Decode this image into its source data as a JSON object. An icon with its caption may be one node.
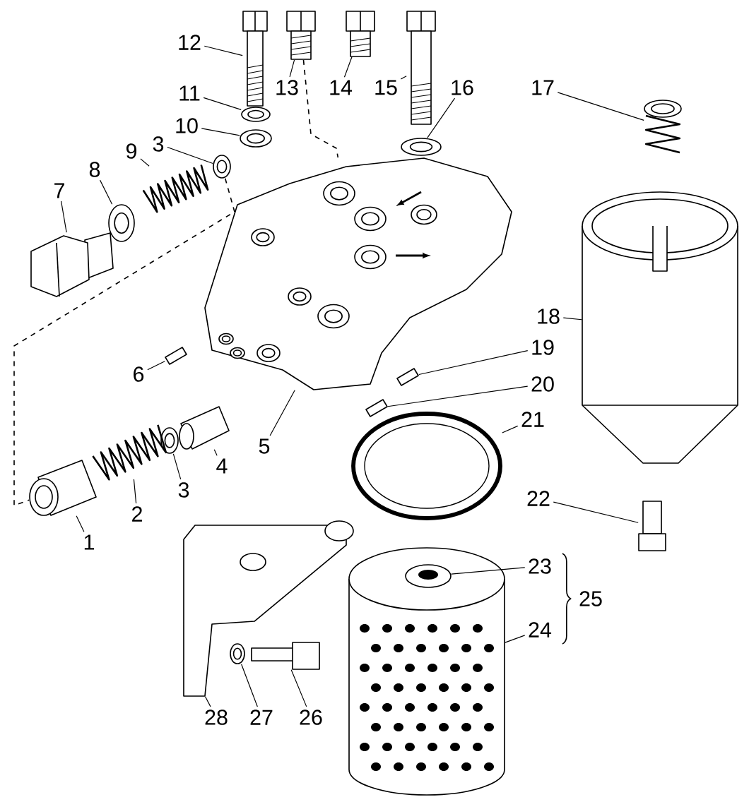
{
  "diagram": {
    "nodes": [
      {
        "text": [
          "12"
        ]
      },
      {
        "text": [
          "13"
        ]
      },
      {
        "text": [
          "14"
        ]
      },
      {
        "text": [
          "15"
        ]
      },
      {
        "text": [
          "16"
        ]
      },
      {
        "text": [
          "17"
        ]
      },
      {
        "text": [
          "11"
        ]
      },
      {
        "text": [
          "10"
        ]
      },
      {
        "text": [
          "3"
        ]
      },
      {
        "text": [
          "9"
        ]
      },
      {
        "text": [
          "8"
        ]
      },
      {
        "text": [
          "7"
        ]
      },
      {
        "text": [
          "18"
        ]
      },
      {
        "text": [
          "19"
        ]
      },
      {
        "text": [
          "6"
        ]
      },
      {
        "text": [
          "20"
        ]
      },
      {
        "text": [
          "21"
        ]
      },
      {
        "text": [
          "5"
        ]
      },
      {
        "text": [
          "4"
        ]
      },
      {
        "text": [
          "3"
        ]
      },
      {
        "text": [
          "2"
        ]
      },
      {
        "text": [
          "1"
        ]
      },
      {
        "text": [
          "22"
        ]
      },
      {
        "text": [
          "23"
        ]
      },
      {
        "text": [
          "24"
        ]
      },
      {
        "text": [
          "28"
        ]
      },
      {
        "text": [
          "27"
        ]
      },
      {
        "text": [
          "26"
        ]
      },
      {
        "text": [],
        "shape": "picture"
      },
      {
        "text": [],
        "shape": "picture"
      },
      {
        "text": [],
        "shape": "picture"
      },
      {
        "text": [],
        "shape": "picture"
      },
      {
        "text": [],
        "shape": "picture"
      },
      {
        "text": [],
        "shape": "picture"
      },
      {
        "text": [],
        "shape": "picture"
      },
      {
        "text": [],
        "shape": "picture"
      },
      {
        "text": [],
        "shape": "picture"
      },
      {
        "text": [],
        "shape": "picture"
      },
      {
        "text": [],
        "shape": "picture"
      },
      {
        "text": [],
        "shape": "picture"
      },
      {
        "text": [],
        "shape": "picture"
      },
      {
        "text": [],
        "shape": "picture"
      },
      {
        "text": [],
        "shape": "picture"
      },
      {
        "text": [],
        "shape": "picture"
      },
      {
        "text": [],
        "shape": "picture"
      },
      {
        "text": [],
        "shape": "picture"
      },
      {
        "text": [],
        "shape": "picture"
      },
      {
        "text": [],
        "shape": "picture"
      },
      {
        "text": [],
        "shape": "picture"
      },
      {
        "text": [],
        "shape": "picture"
      },
      {
        "text": [],
        "shape": "picture"
      },
      {
        "text": [],
        "shape": "picture"
      },
      {
        "text": [],
        "shape": "picture"
      },
      {
        "text": [],
        "shape": "picture"
      },
      {
        "text": [],
        "shape": "picture"
      },
      {
        "text": [],
        "shape": "picture"
      }
    ],
    "edges": [
      {
        "from": 0,
        "to": 28,
        "arrow": "none"
      },
      {
        "from": 1,
        "to": 29,
        "arrow": "none"
      },
      {
        "from": 2,
        "to": 30,
        "arrow": "none"
      },
      {
        "from": 3,
        "to": 31,
        "arrow": "none"
      },
      {
        "from": 4,
        "to": 32,
        "arrow": "none"
      },
      {
        "from": 5,
        "to": 33,
        "arrow": "none"
      },
      {
        "from": 6,
        "to": 34,
        "arrow": "none"
      },
      {
        "from": 7,
        "to": 35,
        "arrow": "none"
      },
      {
        "from": 8,
        "to": 36,
        "arrow": "none"
      },
      {
        "from": 9,
        "to": 37,
        "arrow": "none"
      },
      {
        "from": 10,
        "to": 38,
        "arrow": "none"
      },
      {
        "from": 11,
        "to": 39,
        "arrow": "none"
      },
      {
        "from": 12,
        "to": 40,
        "arrow": "none"
      },
      {
        "from": 13,
        "to": 41,
        "arrow": "none"
      },
      {
        "from": 14,
        "to": 42,
        "arrow": "none"
      },
      {
        "from": 15,
        "to": 43,
        "arrow": "none"
      },
      {
        "from": 16,
        "to": 44,
        "arrow": "none"
      },
      {
        "from": 17,
        "to": 45,
        "arrow": "none"
      },
      {
        "from": 18,
        "to": 46,
        "arrow": "none"
      },
      {
        "from": 19,
        "to": 47,
        "arrow": "none"
      },
      {
        "from": 20,
        "to": 48,
        "arrow": "none"
      },
      {
        "from": 21,
        "to": 49,
        "arrow": "none"
      },
      {
        "from": 22,
        "to": 50,
        "arrow": "none"
      },
      {
        "from": 23,
        "to": 51,
        "arrow": "none"
      },
      {
        "from": 24,
        "to": 52,
        "arrow": "none"
      },
      {
        "from": 25,
        "to": 53,
        "arrow": "none"
      },
      {
        "from": 26,
        "to": 54,
        "arrow": "none"
      },
      {
        "from": 27,
        "to": 55,
        "arrow": "none"
      },
      {
        "from": 29,
        "to": 45,
        "arrow": "none",
        "style": "dashed"
      },
      {
        "from": 36,
        "to": 49,
        "arrow": "none",
        "style": "dashed"
      }
    ],
    "labels": [
      "25"
    ]
  }
}
